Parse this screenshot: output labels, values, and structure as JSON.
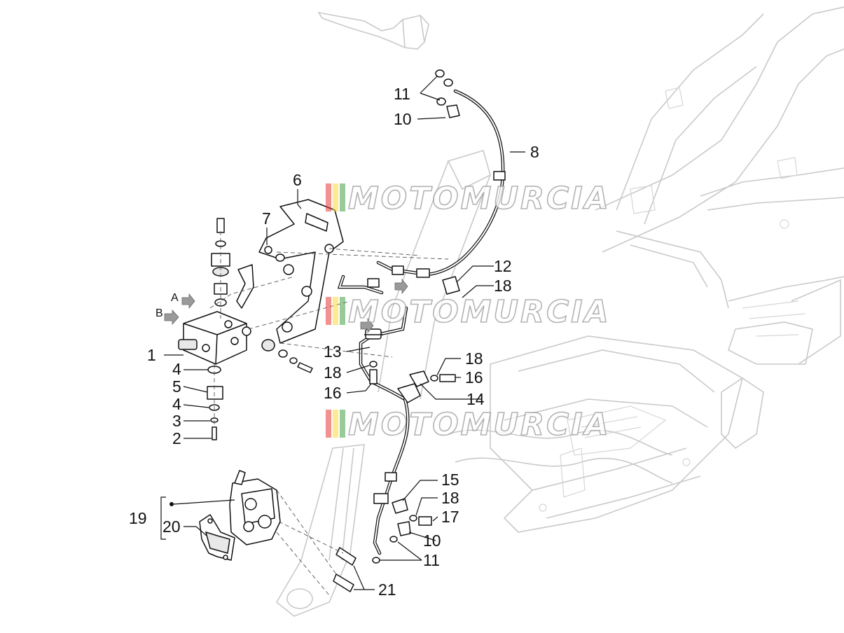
{
  "watermark": {
    "text": "MOTOMURCIA",
    "stripe_colors": [
      "#e53935",
      "#fdd835",
      "#43a047"
    ]
  },
  "callouts": {
    "c1": "1",
    "c2": "2",
    "c3": "3",
    "c4a": "4",
    "c4b": "4",
    "c5": "5",
    "c6": "6",
    "c7": "7",
    "c8": "8",
    "c10a": "10",
    "c10b": "10",
    "c11a": "11",
    "c11b": "11",
    "c12": "12",
    "c13": "13",
    "c14": "14",
    "c15": "15",
    "c16a": "16",
    "c16b": "16",
    "c17": "17",
    "c18a": "18",
    "c18b": "18",
    "c18c": "18",
    "c18d": "18",
    "c19": "19",
    "c20": "20",
    "c21": "21"
  },
  "view_markers": {
    "a": "A",
    "b": "B"
  }
}
